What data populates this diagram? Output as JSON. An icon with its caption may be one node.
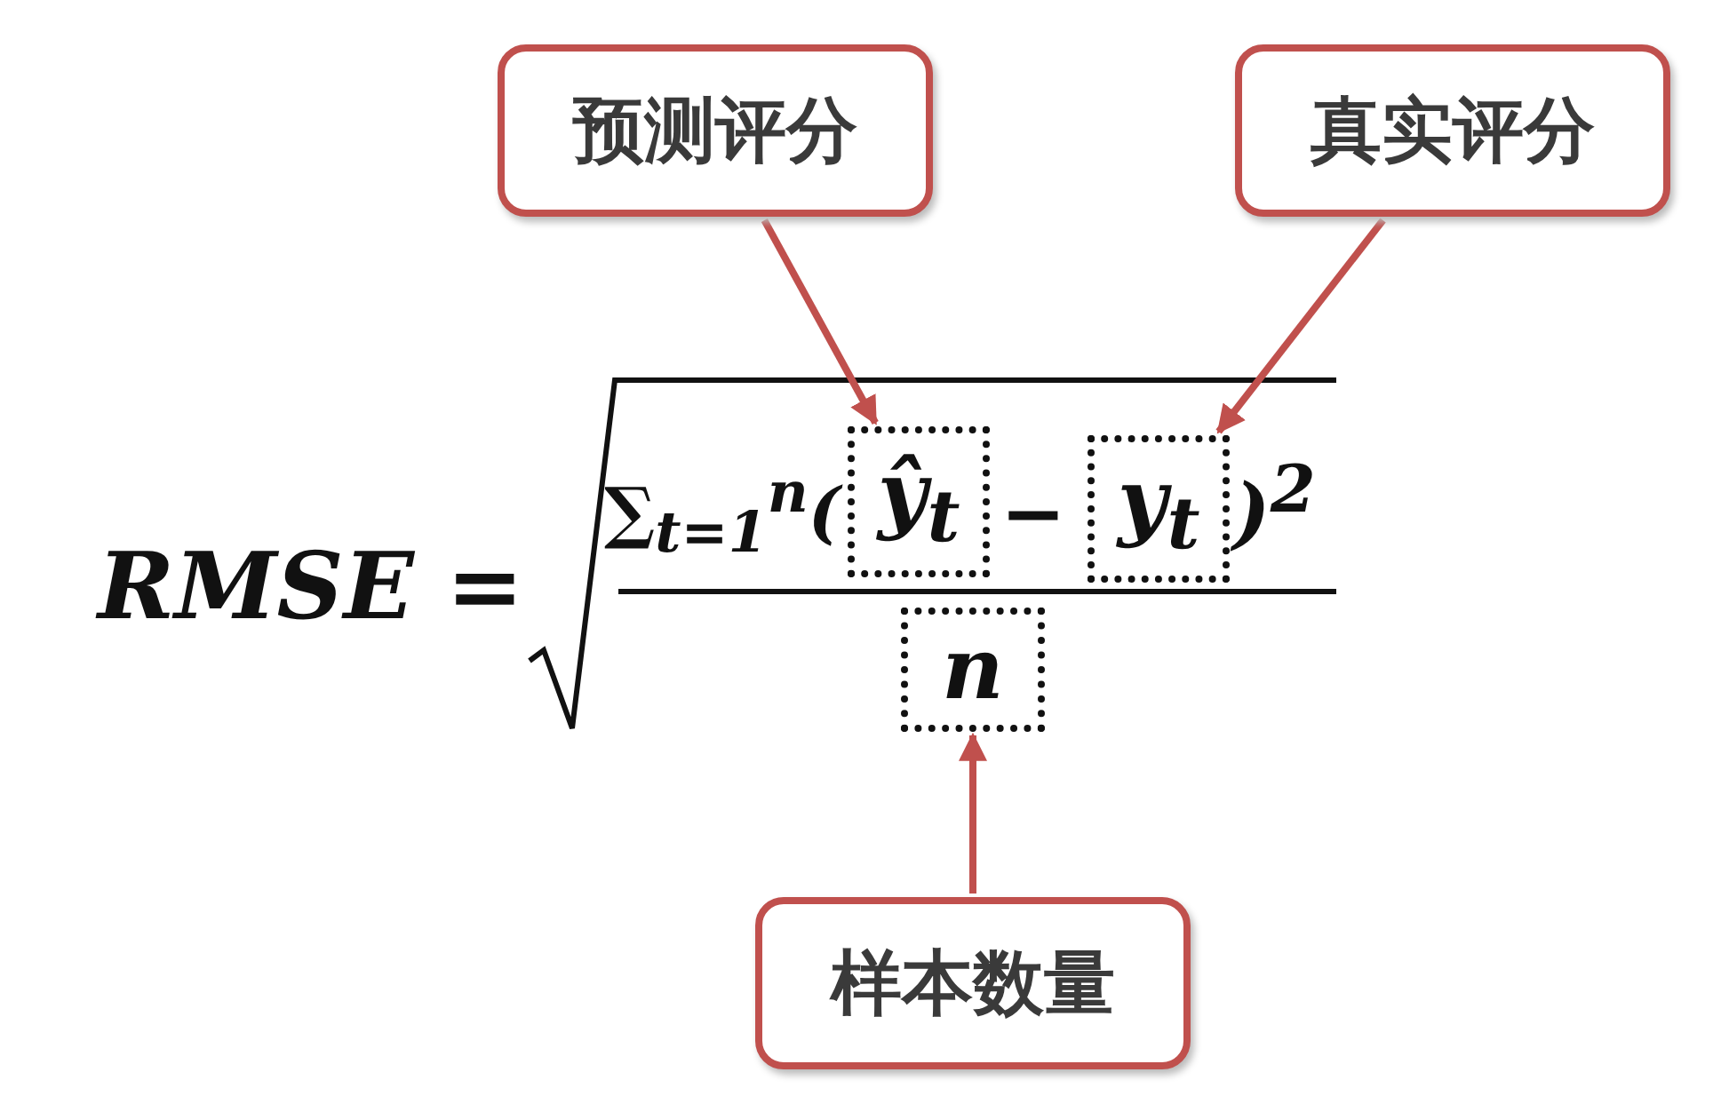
{
  "diagram": {
    "nodes": [
      {
        "text": [
          "预测评分"
        ]
      },
      {
        "text": [
          "真实评分"
        ]
      },
      {
        "text": [
          "样本数量"
        ]
      },
      {
        "text": [
          "ŷ$_{t}$"
        ]
      },
      {
        "text": [
          "y$_{t}$"
        ]
      },
      {
        "text": [
          "n"
        ]
      }
    ],
    "edges": [
      {
        "from": 0,
        "to": 3,
        "arrow": "to"
      },
      {
        "from": 1,
        "to": 4,
        "arrow": "to"
      },
      {
        "from": 2,
        "to": 5,
        "arrow": "to"
      }
    ],
    "labels": [
      "RMSE =",
      "∑$_{t=1}$$^{n}$(",
      "−",
      ")$^{2}$"
    ]
  }
}
